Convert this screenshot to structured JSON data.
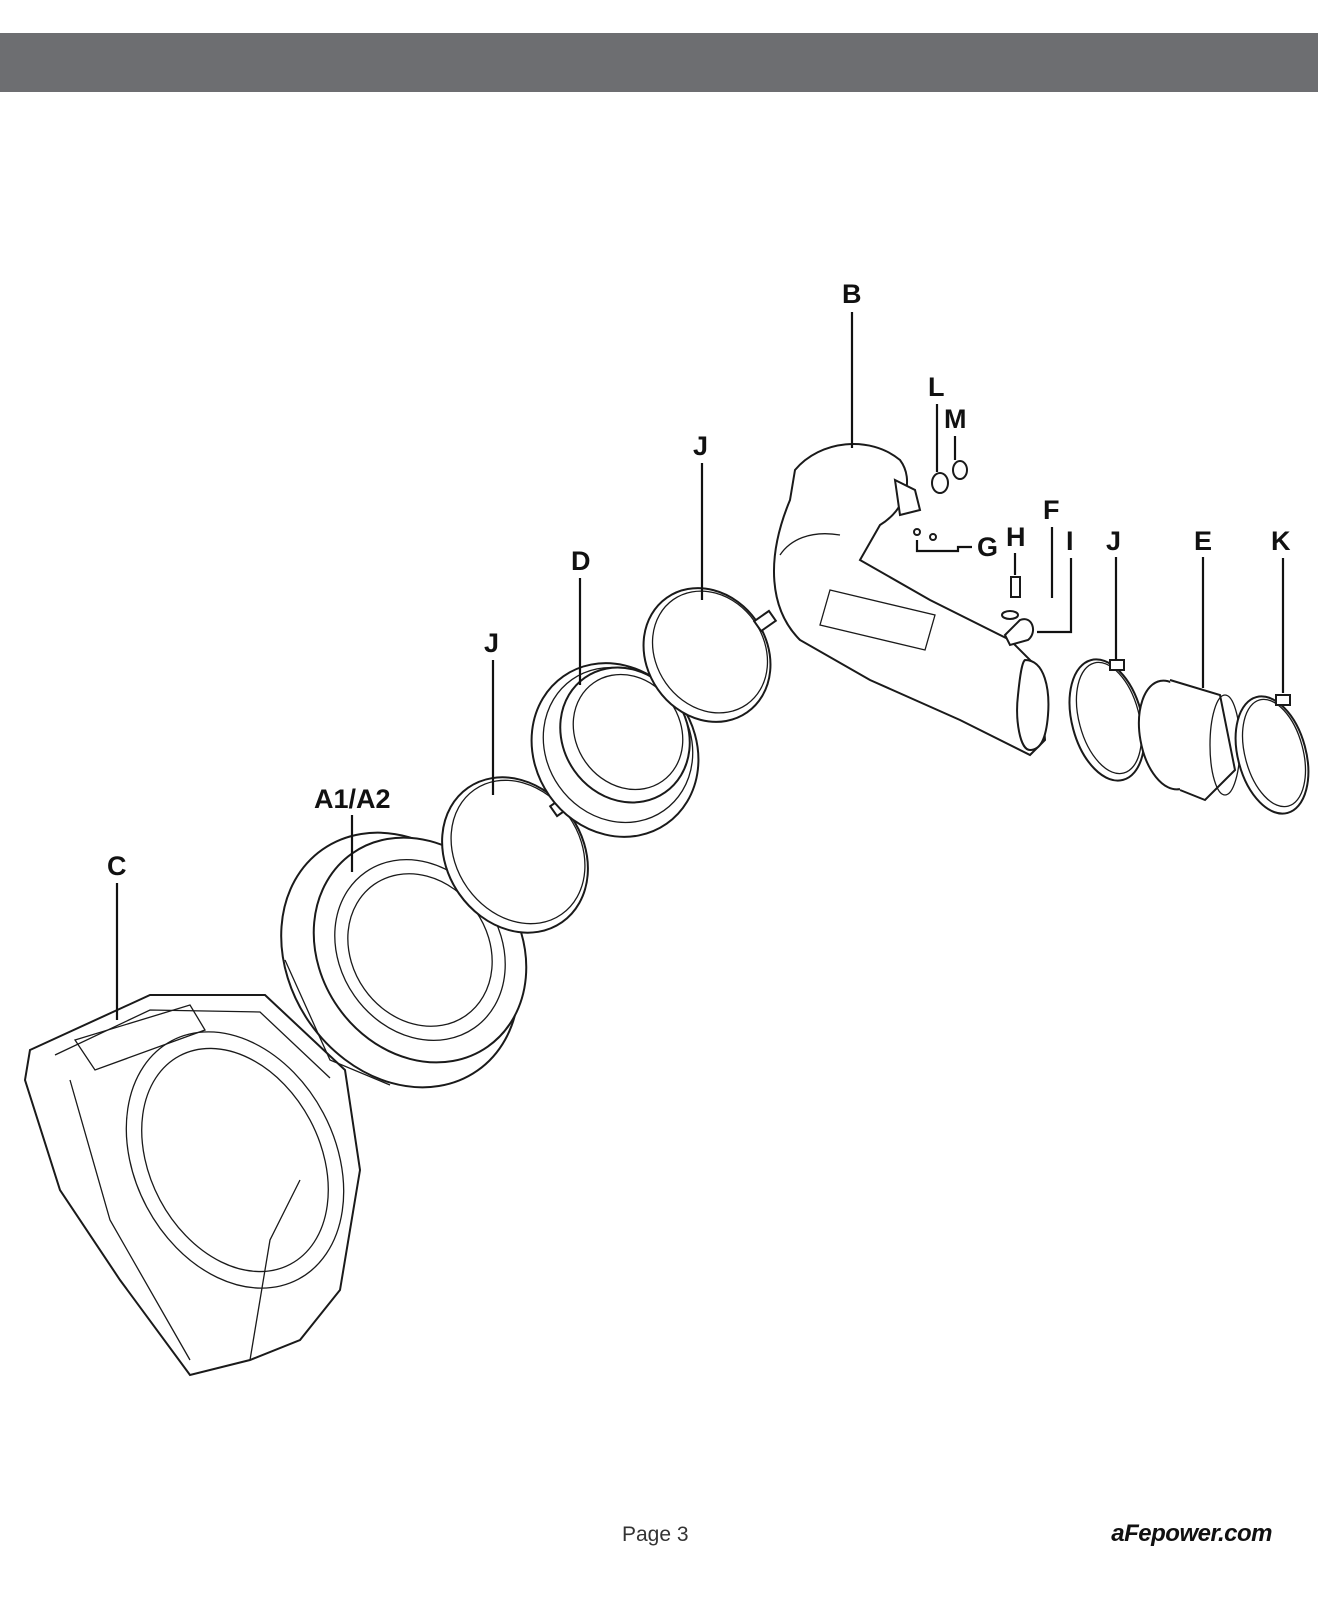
{
  "header": {
    "bar_color": "#6d6e71"
  },
  "callouts": {
    "A1A2": "A1/A2",
    "B": "B",
    "C": "C",
    "D": "D",
    "E": "E",
    "F": "F",
    "G": "G",
    "H": "H",
    "I": "I",
    "J1": "J",
    "J2": "J",
    "J3": "J",
    "K": "K",
    "L": "L",
    "M": "M"
  },
  "footer": {
    "page": "Page 3",
    "website": "aFepower.com"
  }
}
